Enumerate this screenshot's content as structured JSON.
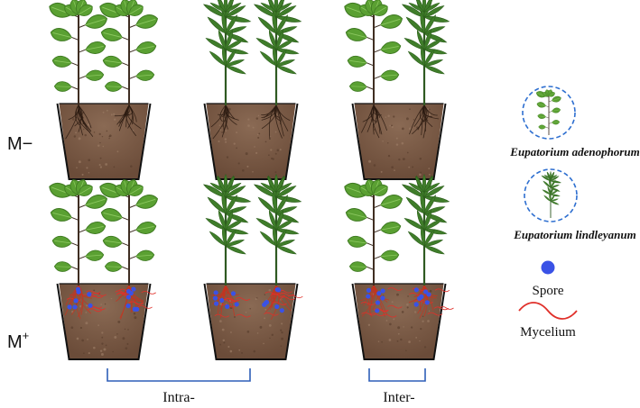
{
  "rows": {
    "top": {
      "label": "M−"
    },
    "bottom": {
      "label": "M",
      "sup": "+"
    }
  },
  "legend": {
    "species1": "Eupatorium adenophorum",
    "species2": "Eupatorium lindleyanum",
    "spore": "Spore",
    "mycelium": "Mycelium"
  },
  "brackets": {
    "intra": "Intra-",
    "inter": "Inter-"
  },
  "colors": {
    "soil": "#7a5a46",
    "leaf_broad": "#5aa032",
    "leaf_narrow": "#3f7d2a",
    "spore": "#3a52e6",
    "mycelium": "#e0302a",
    "bracket": "#2e5fb8",
    "legend_circle": "#2e6fd0"
  },
  "pots": [
    {
      "row": "top",
      "plants": [
        "adenophorum",
        "adenophorum"
      ],
      "mycorrhizal": false
    },
    {
      "row": "top",
      "plants": [
        "lindleyanum",
        "lindleyanum"
      ],
      "mycorrhizal": false
    },
    {
      "row": "top",
      "plants": [
        "adenophorum",
        "lindleyanum"
      ],
      "mycorrhizal": false
    },
    {
      "row": "bottom",
      "plants": [
        "adenophorum",
        "adenophorum"
      ],
      "mycorrhizal": true
    },
    {
      "row": "bottom",
      "plants": [
        "lindleyanum",
        "lindleyanum"
      ],
      "mycorrhizal": true
    },
    {
      "row": "bottom",
      "plants": [
        "adenophorum",
        "lindleyanum"
      ],
      "mycorrhizal": true
    }
  ]
}
